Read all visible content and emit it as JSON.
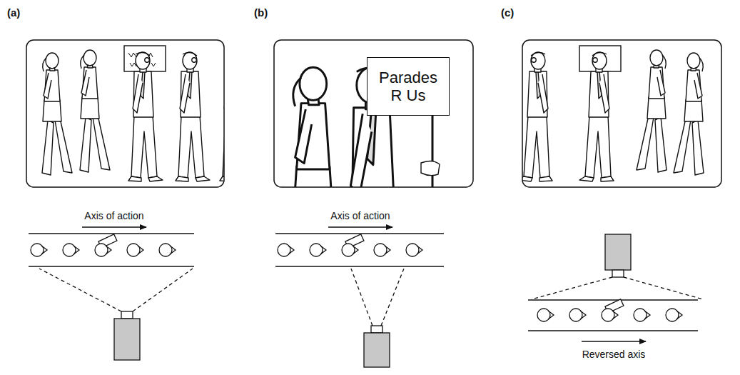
{
  "diagram": {
    "nodes": [
      {
        "text": [
          "Parades R Us"
        ]
      }
    ],
    "labels": [
      "(a)",
      "(b)",
      "(c)",
      "Axis of action",
      "Axis of action",
      "Reversed axis"
    ]
  }
}
